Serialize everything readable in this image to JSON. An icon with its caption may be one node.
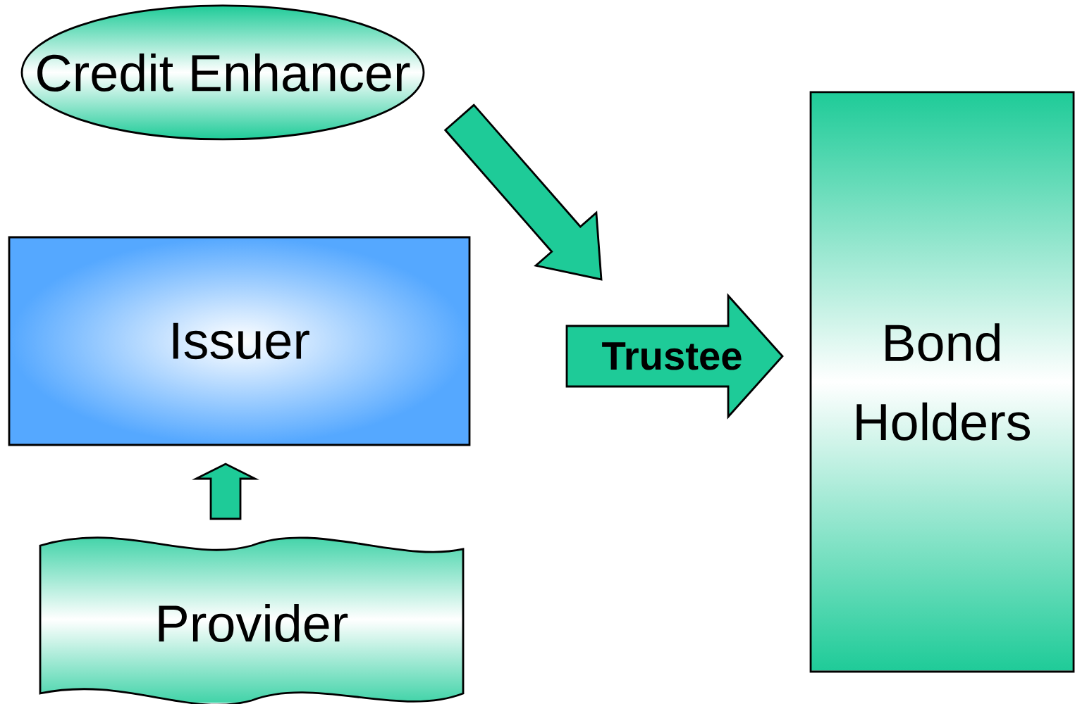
{
  "diagram": {
    "nodes": [
      {
        "text": [
          "Credit Enhancer"
        ]
      },
      {
        "text": [
          "Issuer"
        ]
      },
      {
        "text": [
          "Trustee"
        ]
      },
      {
        "text": [
          "Bond Holders"
        ]
      },
      {
        "text": [
          "Provider"
        ]
      }
    ],
    "edges": [
      {
        "from": 0,
        "to": 2,
        "arrow": "to"
      },
      {
        "from": 4,
        "to": 1,
        "arrow": "to"
      }
    ]
  }
}
